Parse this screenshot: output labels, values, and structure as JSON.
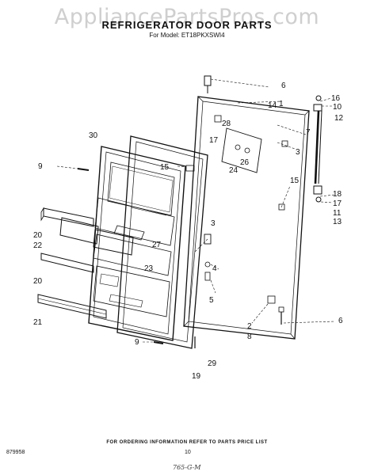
{
  "watermark": "AppliancePartsPros.com",
  "header": {
    "title": "REFRIGERATOR DOOR PARTS",
    "model_line": "For Model: ET18PKXSWI4"
  },
  "callouts": {
    "c1": "1",
    "c2": "2",
    "c3a": "3",
    "c3b": "3",
    "c4": "4",
    "c5": "5",
    "c6a": "6",
    "c6b": "6",
    "c7": "7",
    "c8": "8",
    "c9a": "9",
    "c9b": "9",
    "c10": "10",
    "c11": "11",
    "c12": "12",
    "c13": "13",
    "c14": "14",
    "c15a": "15",
    "c15b": "15",
    "c16": "16",
    "c17a": "17",
    "c17b": "17",
    "c18": "18",
    "c19": "19",
    "c20a": "20",
    "c20b": "20",
    "c21": "21",
    "c22": "22",
    "c23": "23",
    "c24": "24",
    "c26": "26",
    "c27": "27",
    "c28": "28",
    "c29": "29",
    "c30": "30"
  },
  "footer": {
    "ordering_note": "FOR ORDERING INFORMATION REFER TO PARTS PRICE LIST",
    "code": "879958",
    "page_number": "10",
    "handwritten": "765-G-M"
  }
}
